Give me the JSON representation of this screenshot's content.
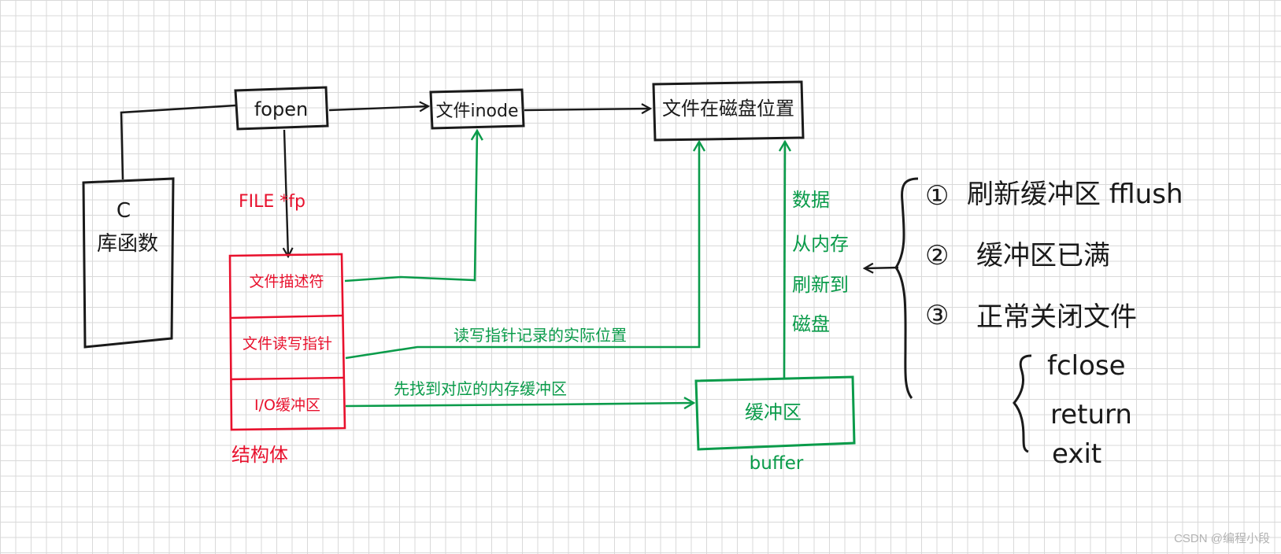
{
  "colors": {
    "black": "#1a1a1a",
    "red": "#e8112d",
    "green": "#0a9b4a"
  },
  "nodes": {
    "fopen": "fopen",
    "inode": "文件inode",
    "disk_location": "文件在磁盘位置",
    "c_lib_line1": "C",
    "c_lib_line2": "库函数",
    "file_ptr": "FILE *fp",
    "struct_field_1": "文件描述符",
    "struct_field_2": "文件读写指针",
    "struct_field_3": "I/O缓冲区",
    "struct_caption": "结构体",
    "buffer_box": "缓冲区",
    "buffer_caption": "buffer"
  },
  "edges": {
    "rw_pointer_label": "读写指针记录的实际位置",
    "buffer_lookup_label": "先找到对应的内存缓冲区",
    "flush_label_lines": [
      "数据",
      "从内存",
      "刷新到",
      "磁盘"
    ]
  },
  "conditions": {
    "items": [
      {
        "num": "①",
        "text": "刷新缓冲区 fflush"
      },
      {
        "num": "②",
        "text": "缓冲区已满"
      },
      {
        "num": "③",
        "text": "正常关闭文件"
      }
    ],
    "close_methods": [
      "fclose",
      "return",
      "exit"
    ]
  },
  "watermark": "CSDN @编程小段"
}
